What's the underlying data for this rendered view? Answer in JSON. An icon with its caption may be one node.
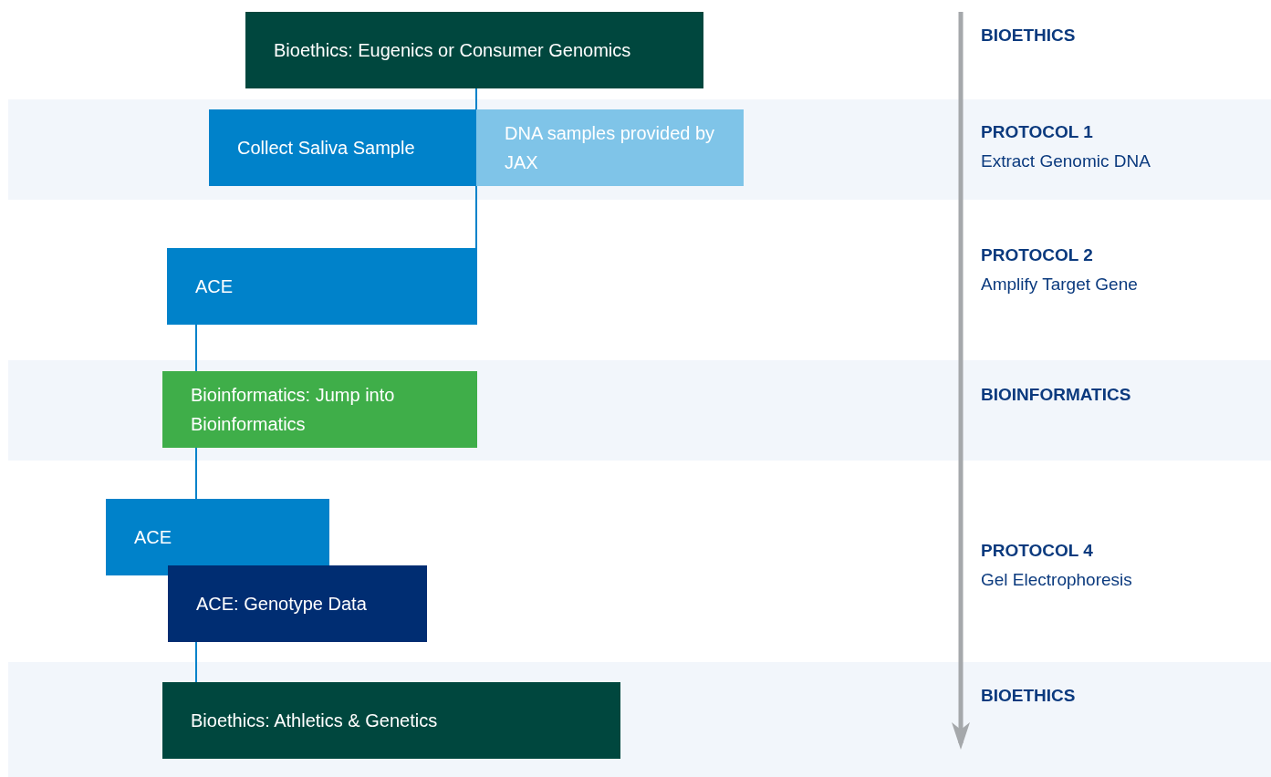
{
  "diagram": {
    "nodes": [
      {
        "text": [
          "Bioethics: Eugenics or Consumer Genomics"
        ]
      },
      {
        "text": [
          "Collect Saliva Sample"
        ]
      },
      {
        "text": [
          "DNA samples provided by JAX"
        ]
      },
      {
        "text": [
          "ACE"
        ]
      },
      {
        "text": [
          "Bioinformatics: Jump into Bioinformatics"
        ]
      },
      {
        "text": [
          "ACE"
        ]
      },
      {
        "text": [
          "ACE: Genotype Data"
        ]
      },
      {
        "text": [
          "Bioethics: Athletics & Genetics"
        ]
      }
    ],
    "edges": [
      {
        "from": 0,
        "to": 1,
        "arrow": "none"
      },
      {
        "from": 1,
        "to": 3,
        "arrow": "none"
      },
      {
        "from": 3,
        "to": 4,
        "arrow": "none"
      },
      {
        "from": 4,
        "to": 5,
        "arrow": "none"
      },
      {
        "from": 6,
        "to": 7,
        "arrow": "none"
      }
    ],
    "labels": [
      "BIOETHICS",
      "PROTOCOL 1",
      "Extract Genomic DNA",
      "PROTOCOL 2",
      "Amplify Target Gene",
      "BIOINFORMATICS",
      "PROTOCOL 4",
      "Gel Electrophoresis",
      "BIOETHICS"
    ]
  }
}
